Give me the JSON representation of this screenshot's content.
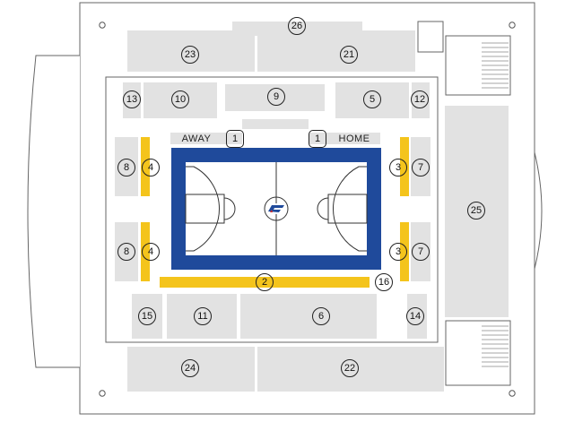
{
  "map": {
    "bench_labels": {
      "away": "AWAY",
      "home": "HOME"
    },
    "court_logo_icon": "league-logo-icon",
    "colors": {
      "court_border": "#1f4a9b",
      "bench_stripe": "#f4c41c",
      "section_fill": "#e2e2e2",
      "outline": "#555555",
      "court_floor": "#ffffff"
    },
    "sections": {
      "s1_away": "1",
      "s1_home": "1",
      "s2": "2",
      "s3_upper": "3",
      "s3_lower": "3",
      "s4_upper": "4",
      "s4_lower": "4",
      "s5": "5",
      "s6": "6",
      "s7_upper": "7",
      "s7_lower": "7",
      "s8_upper": "8",
      "s8_lower": "8",
      "s9": "9",
      "s10": "10",
      "s11": "11",
      "s12": "12",
      "s13": "13",
      "s14": "14",
      "s15": "15",
      "s16": "16",
      "s21": "21",
      "s22": "22",
      "s23": "23",
      "s24": "24",
      "s25": "25",
      "s26": "26"
    }
  }
}
